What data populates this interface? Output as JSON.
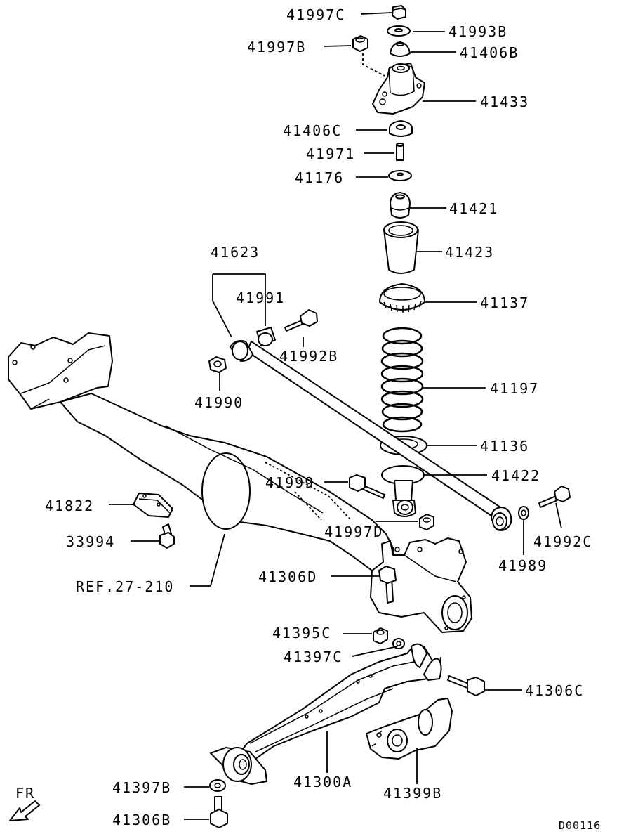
{
  "labels": {
    "p41997C": "41997C",
    "p41993B": "41993B",
    "p41997B": "41997B",
    "p41406B": "41406B",
    "p41433": "41433",
    "p41406C": "41406C",
    "p41971": "41971",
    "p41176": "41176",
    "p41421": "41421",
    "p41423": "41423",
    "p41623": "41623",
    "p41991": "41991",
    "p41137": "41137",
    "p41992B": "41992B",
    "p41990": "41990",
    "p41197": "41197",
    "p41136": "41136",
    "p41999": "41999",
    "p41422": "41422",
    "p41822": "41822",
    "p41997D": "41997D",
    "p41992C": "41992C",
    "p33994": "33994",
    "p41989": "41989",
    "ref": "REF.27-210",
    "p41306D": "41306D",
    "p41395C": "41395C",
    "p41397C": "41397C",
    "p41306C": "41306C",
    "p41397B": "41397B",
    "p41300A": "41300A",
    "p41399B": "41399B",
    "p41306B": "41306B",
    "fr": "FR",
    "code": "D00116"
  }
}
